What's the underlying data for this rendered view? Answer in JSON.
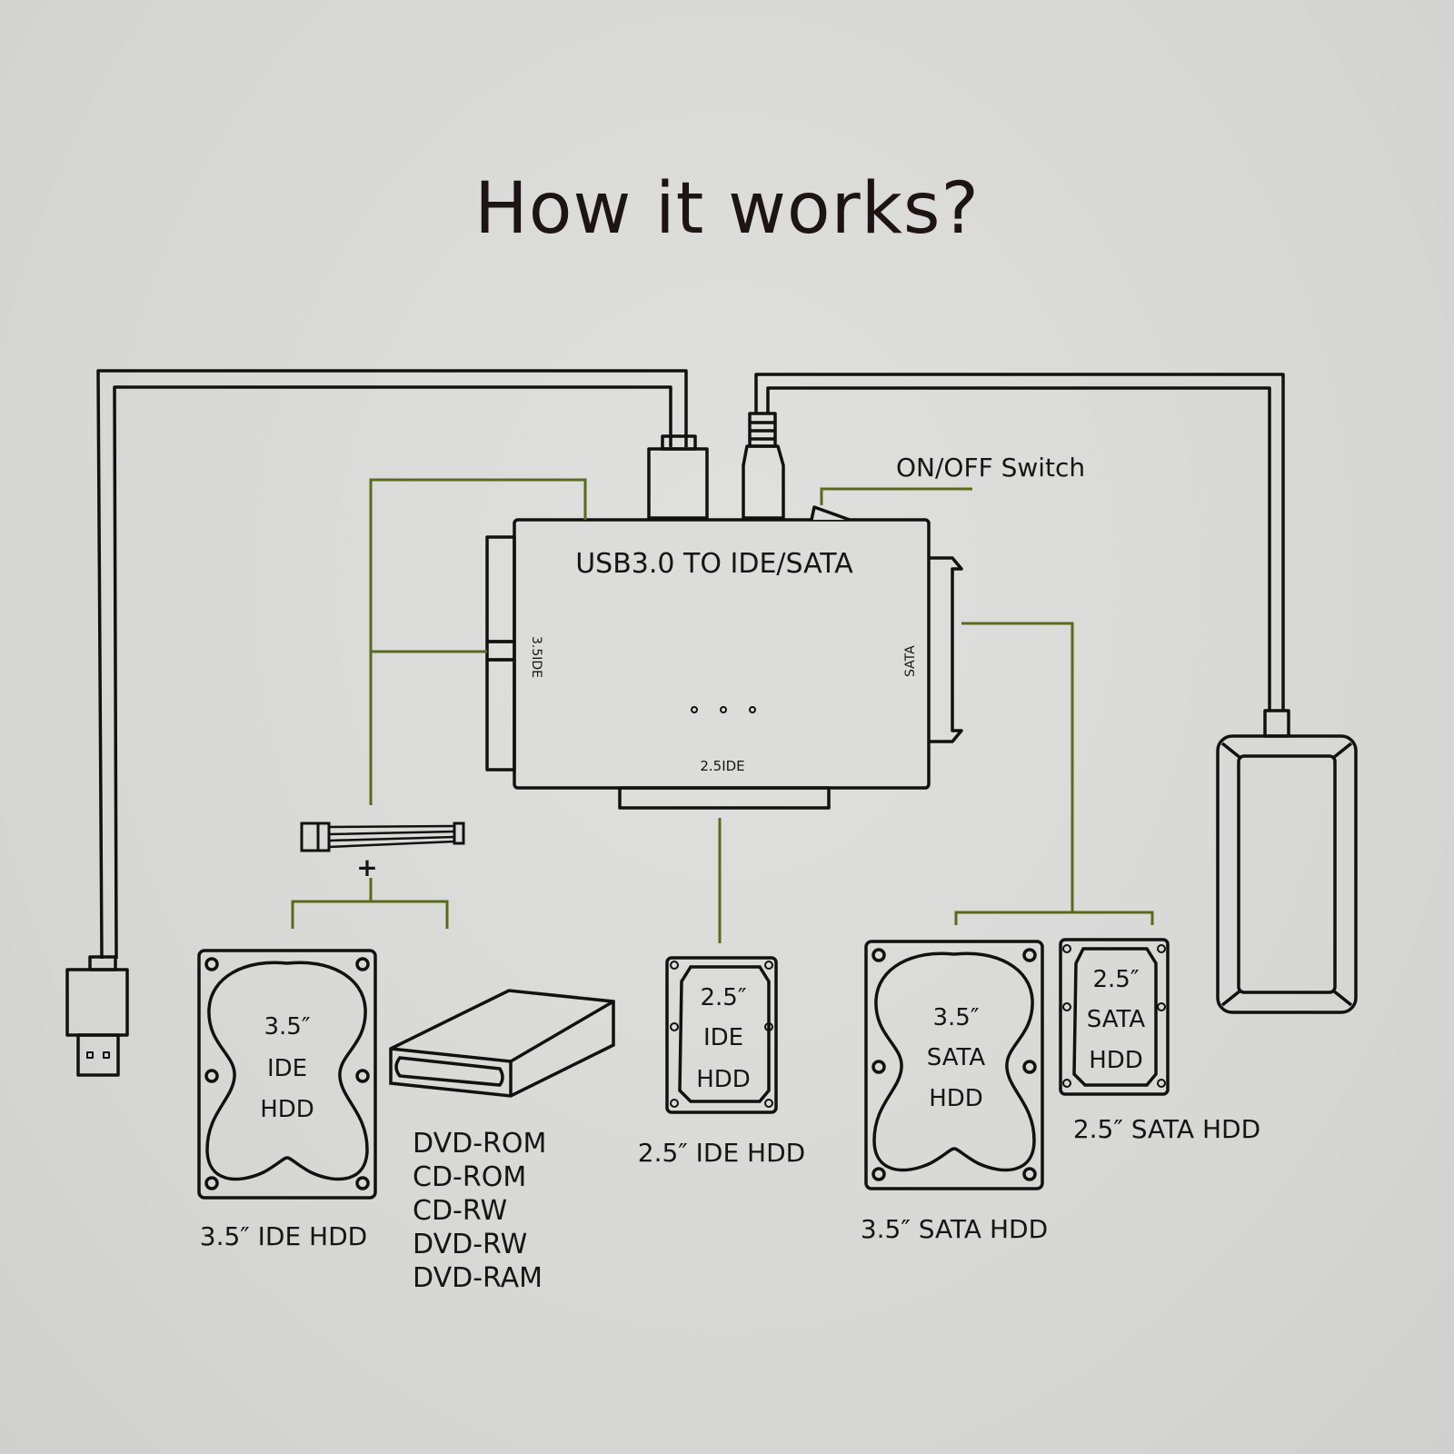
{
  "title": "How it works?",
  "colors": {
    "line": "#111111",
    "connector": "#5a6a1c",
    "background": "#d9d9d7"
  },
  "adapter": {
    "label": "USB3.0 TO IDE/SATA",
    "port_left": "3.5IDE",
    "port_right": "SATA",
    "port_bottom": "2.5IDE"
  },
  "callouts": {
    "switch": "ON/OFF Switch",
    "plus": "+"
  },
  "devices": {
    "ide35": {
      "inner": [
        "3.5″",
        "IDE",
        "HDD"
      ],
      "caption": "3.5″  IDE HDD"
    },
    "optical": {
      "captions": [
        "DVD-ROM",
        "CD-ROM",
        "CD-RW",
        "DVD-RW",
        "DVD-RAM"
      ]
    },
    "ide25": {
      "inner": [
        "2.5″",
        "IDE",
        "HDD"
      ],
      "caption": "2.5″  IDE HDD"
    },
    "sata35": {
      "inner": [
        "3.5″",
        "SATA",
        "HDD"
      ],
      "caption": "3.5″  SATA HDD"
    },
    "sata25": {
      "inner": [
        "2.5″",
        "SATA",
        "HDD"
      ],
      "caption": "2.5″  SATA HDD"
    }
  },
  "icons": [
    "usb-plug-icon",
    "dc-plug-icon",
    "power-adapter-icon",
    "power-cable-icon",
    "optical-drive-icon",
    "hdd-icon"
  ]
}
